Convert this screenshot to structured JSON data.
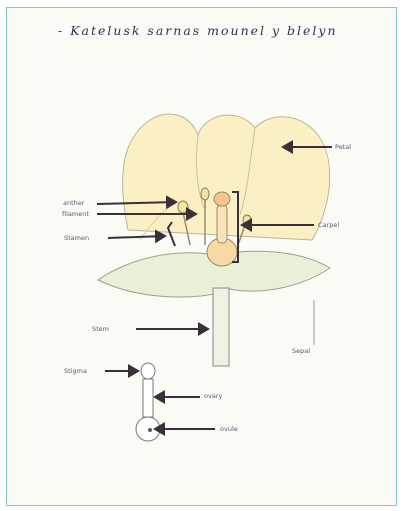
{
  "title": "- Katelusk sarnas mounel y blelyn",
  "labels": {
    "petal": "Petal",
    "anther": "anther",
    "filament": "filament",
    "stamen": "Stamen",
    "carpel": "Carpel",
    "stem": "Stem",
    "sepal": "Sepal",
    "stigma": "Stigma",
    "ovary_style": "ovary",
    "ovule": "ovule"
  },
  "colors": {
    "border": "#7ec9c3",
    "petal_fill": "#fbf0c4",
    "leaf_fill": "#e9f0d8",
    "arrow": "#3b2f38",
    "outline": "#8a8a8a"
  }
}
